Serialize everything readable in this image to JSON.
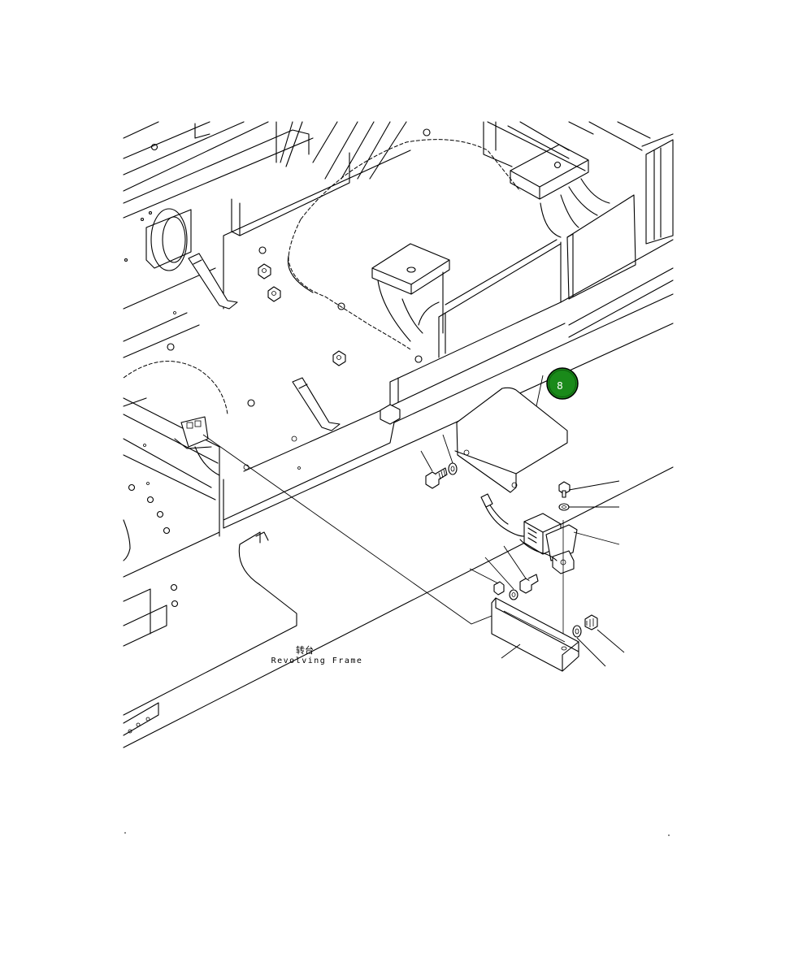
{
  "frame_label": {
    "chinese": "转台",
    "english": "Revolving Frame"
  },
  "callout": {
    "number": "8",
    "color": "#1a8a1a"
  }
}
